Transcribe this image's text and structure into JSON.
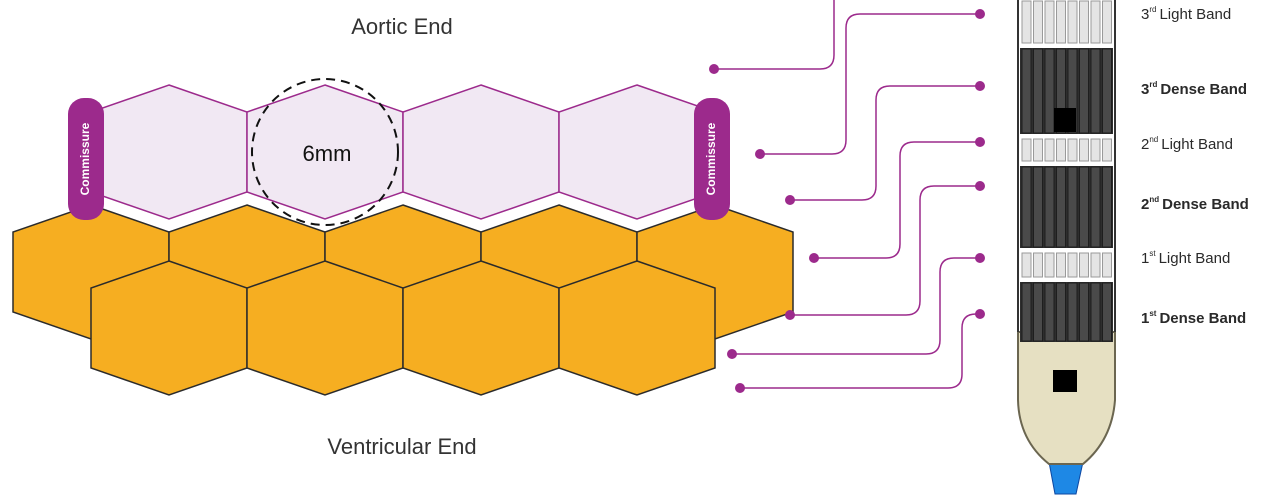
{
  "labels": {
    "top": "Aortic End",
    "bottom": "Ventricular End",
    "diameter": "6mm",
    "commissure_left": "Commissure",
    "commissure_right": "Commissure"
  },
  "bands": [
    {
      "num": "3",
      "sup": "rd",
      "text": "Light Band",
      "bold": false
    },
    {
      "num": "3",
      "sup": "rd",
      "text": "Dense Band",
      "bold": true
    },
    {
      "num": "2",
      "sup": "nd",
      "text": "Light Band",
      "bold": false
    },
    {
      "num": "2",
      "sup": "nd",
      "text": "Dense Band",
      "bold": true
    },
    {
      "num": "1",
      "sup": "st",
      "text": "Light Band",
      "bold": false
    },
    {
      "num": "1",
      "sup": "st",
      "text": "Dense Band",
      "bold": true
    }
  ],
  "colors": {
    "purple": "#9c2a8c",
    "lavender": "#f1e8f3",
    "orange": "#f6ae21",
    "cream": "#e6e0c2",
    "blue": "#1e88e5"
  }
}
